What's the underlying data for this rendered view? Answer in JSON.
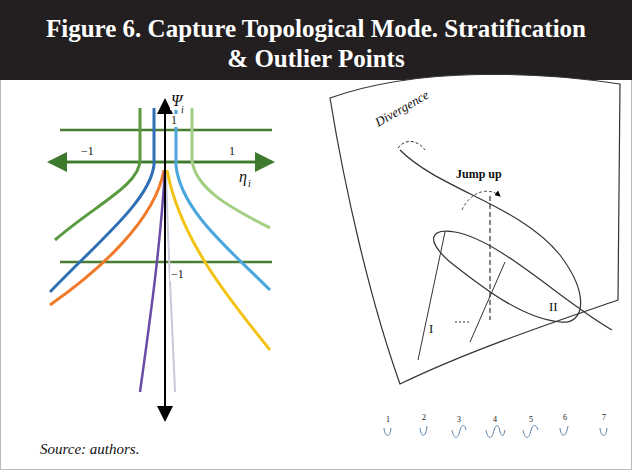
{
  "diagram": {
    "title": "Figure 6. Capture Topological Mode. Stratification & Outlier Points",
    "caption": "Source: authors.",
    "labels": [
      "Ψ",
      "i",
      "1",
      "−1",
      "η",
      "i",
      "1",
      "−1",
      "Divergence",
      "Jump up",
      "I",
      "II",
      "1",
      "2",
      "3",
      "4",
      "5",
      "6",
      "7"
    ]
  }
}
